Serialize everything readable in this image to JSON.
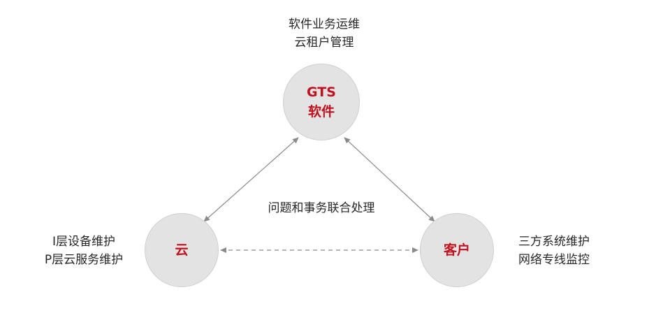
{
  "nodes": {
    "gts": {
      "line1": "GTS",
      "line2": "软件"
    },
    "cloud": {
      "label": "云"
    },
    "customer": {
      "label": "客户"
    }
  },
  "captions": {
    "top": [
      "软件业务运维",
      "云租户管理"
    ],
    "left": [
      "I层设备维护",
      "P层云服务维护"
    ],
    "right": [
      "三方系统维护",
      "网络专线监控"
    ],
    "center": "问题和事务联合处理"
  },
  "colors": {
    "node_fill": "#e3e3e3",
    "node_text": "#c0111f",
    "arrow": "#8a8a8a",
    "caption_text": "#262626"
  }
}
